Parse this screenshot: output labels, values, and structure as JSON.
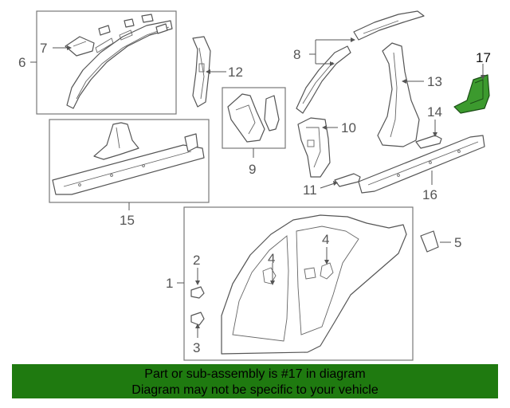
{
  "diagram": {
    "highlight_color": "#3c9a2e",
    "callouts": {
      "c1": "1",
      "c2": "2",
      "c3": "3",
      "c4a": "4",
      "c4b": "4",
      "c5": "5",
      "c6": "6",
      "c7": "7",
      "c8": "8",
      "c9": "9",
      "c10": "10",
      "c11": "11",
      "c12": "12",
      "c13": "13",
      "c14": "14",
      "c15": "15",
      "c16": "16",
      "c17": "17"
    }
  },
  "banner": {
    "color": "#1f7a10",
    "line1": "Part or sub-assembly is #17 in diagram",
    "line2": "Diagram may not be specific to your vehicle"
  }
}
